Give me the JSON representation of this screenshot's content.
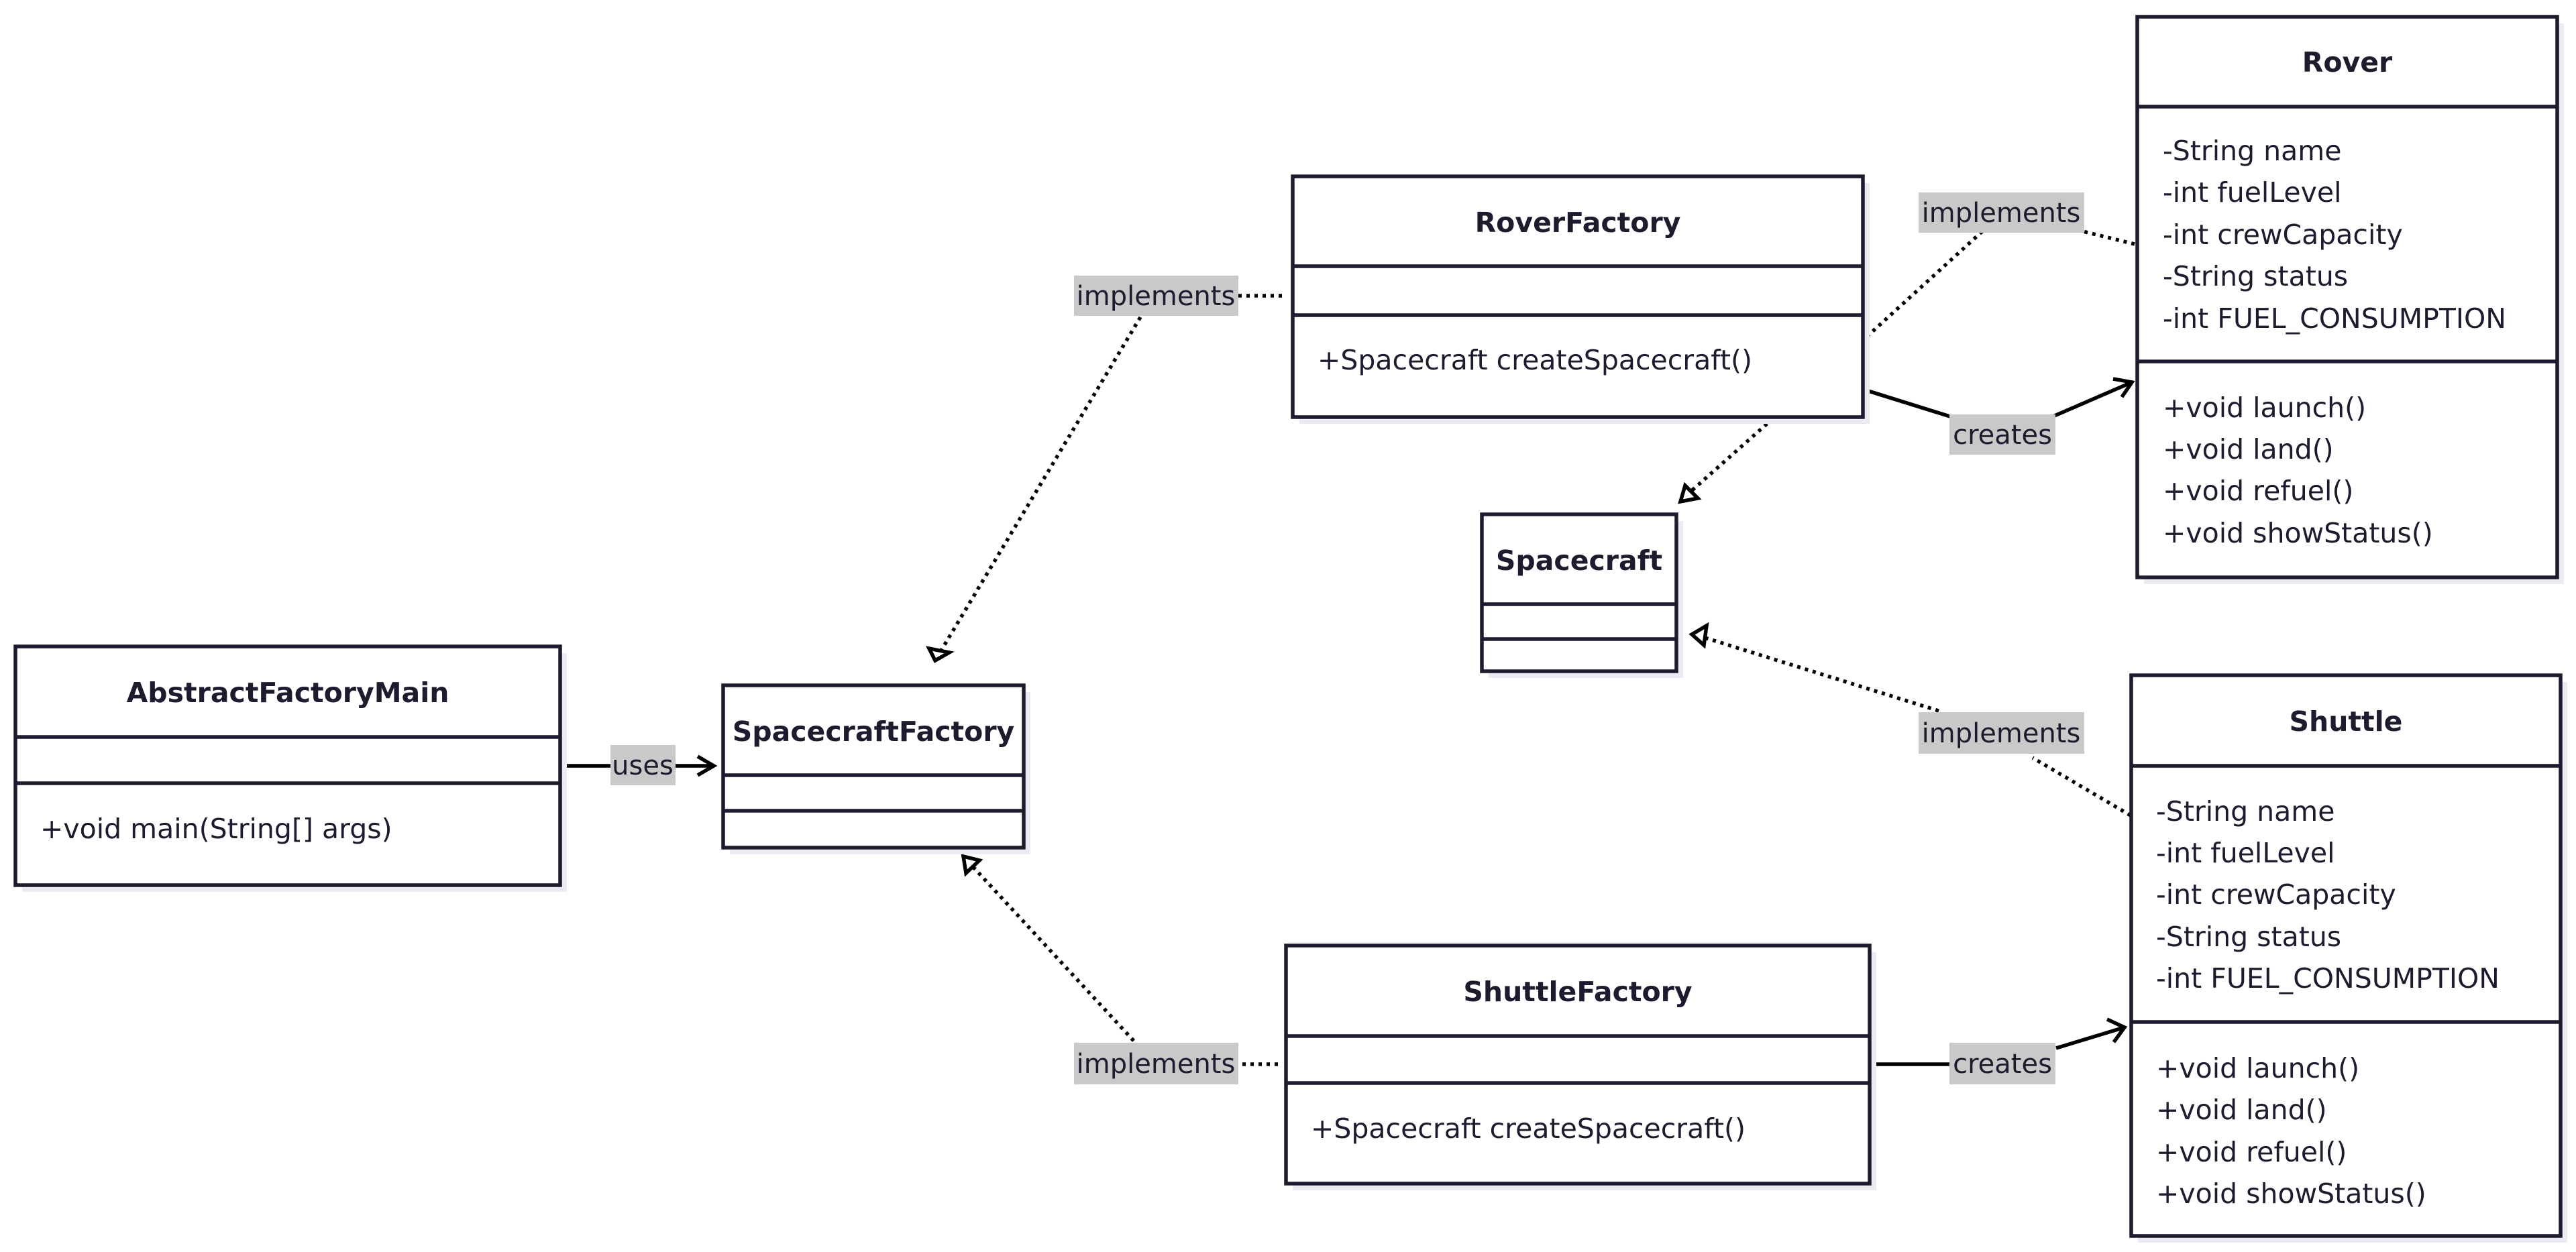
{
  "classes": {
    "rover": {
      "name": "Rover",
      "attributes": [
        "-String name",
        "-int fuelLevel",
        "-int crewCapacity",
        "-String status",
        "-int FUEL_CONSUMPTION"
      ],
      "methods": [
        "+void launch()",
        "+void land()",
        "+void refuel()",
        "+void showStatus()"
      ]
    },
    "rover_factory": {
      "name": "RoverFactory",
      "attributes": [],
      "methods": [
        "+Spacecraft createSpacecraft()"
      ]
    },
    "spacecraft": {
      "name": "Spacecraft",
      "attributes": [],
      "methods": []
    },
    "abstract_factory_main": {
      "name": "AbstractFactoryMain",
      "attributes": [],
      "methods": [
        "+void main(String[] args)"
      ]
    },
    "spacecraft_factory": {
      "name": "SpacecraftFactory",
      "attributes": [],
      "methods": []
    },
    "shuttle_factory": {
      "name": "ShuttleFactory",
      "attributes": [],
      "methods": [
        "+Spacecraft createSpacecraft()"
      ]
    },
    "shuttle": {
      "name": "Shuttle",
      "attributes": [
        "-String name",
        "-int fuelLevel",
        "-int crewCapacity",
        "-String status",
        "-int FUEL_CONSUMPTION"
      ],
      "methods": [
        "+void launch()",
        "+void land()",
        "+void refuel()",
        "+void showStatus()"
      ]
    }
  },
  "relations": [
    {
      "from": "RoverFactory",
      "to": "SpacecraftFactory",
      "type": "realization",
      "label": "implements"
    },
    {
      "from": "Rover",
      "to": "Spacecraft",
      "type": "realization",
      "label": "implements"
    },
    {
      "from": "RoverFactory",
      "to": "Rover",
      "type": "association",
      "label": "creates"
    },
    {
      "from": "Shuttle",
      "to": "Spacecraft",
      "type": "realization",
      "label": "implements"
    },
    {
      "from": "AbstractFactoryMain",
      "to": "SpacecraftFactory",
      "type": "association",
      "label": "uses"
    },
    {
      "from": "ShuttleFactory",
      "to": "SpacecraftFactory",
      "type": "realization",
      "label": "implements"
    },
    {
      "from": "ShuttleFactory",
      "to": "Shuttle",
      "type": "association",
      "label": "creates"
    }
  ]
}
